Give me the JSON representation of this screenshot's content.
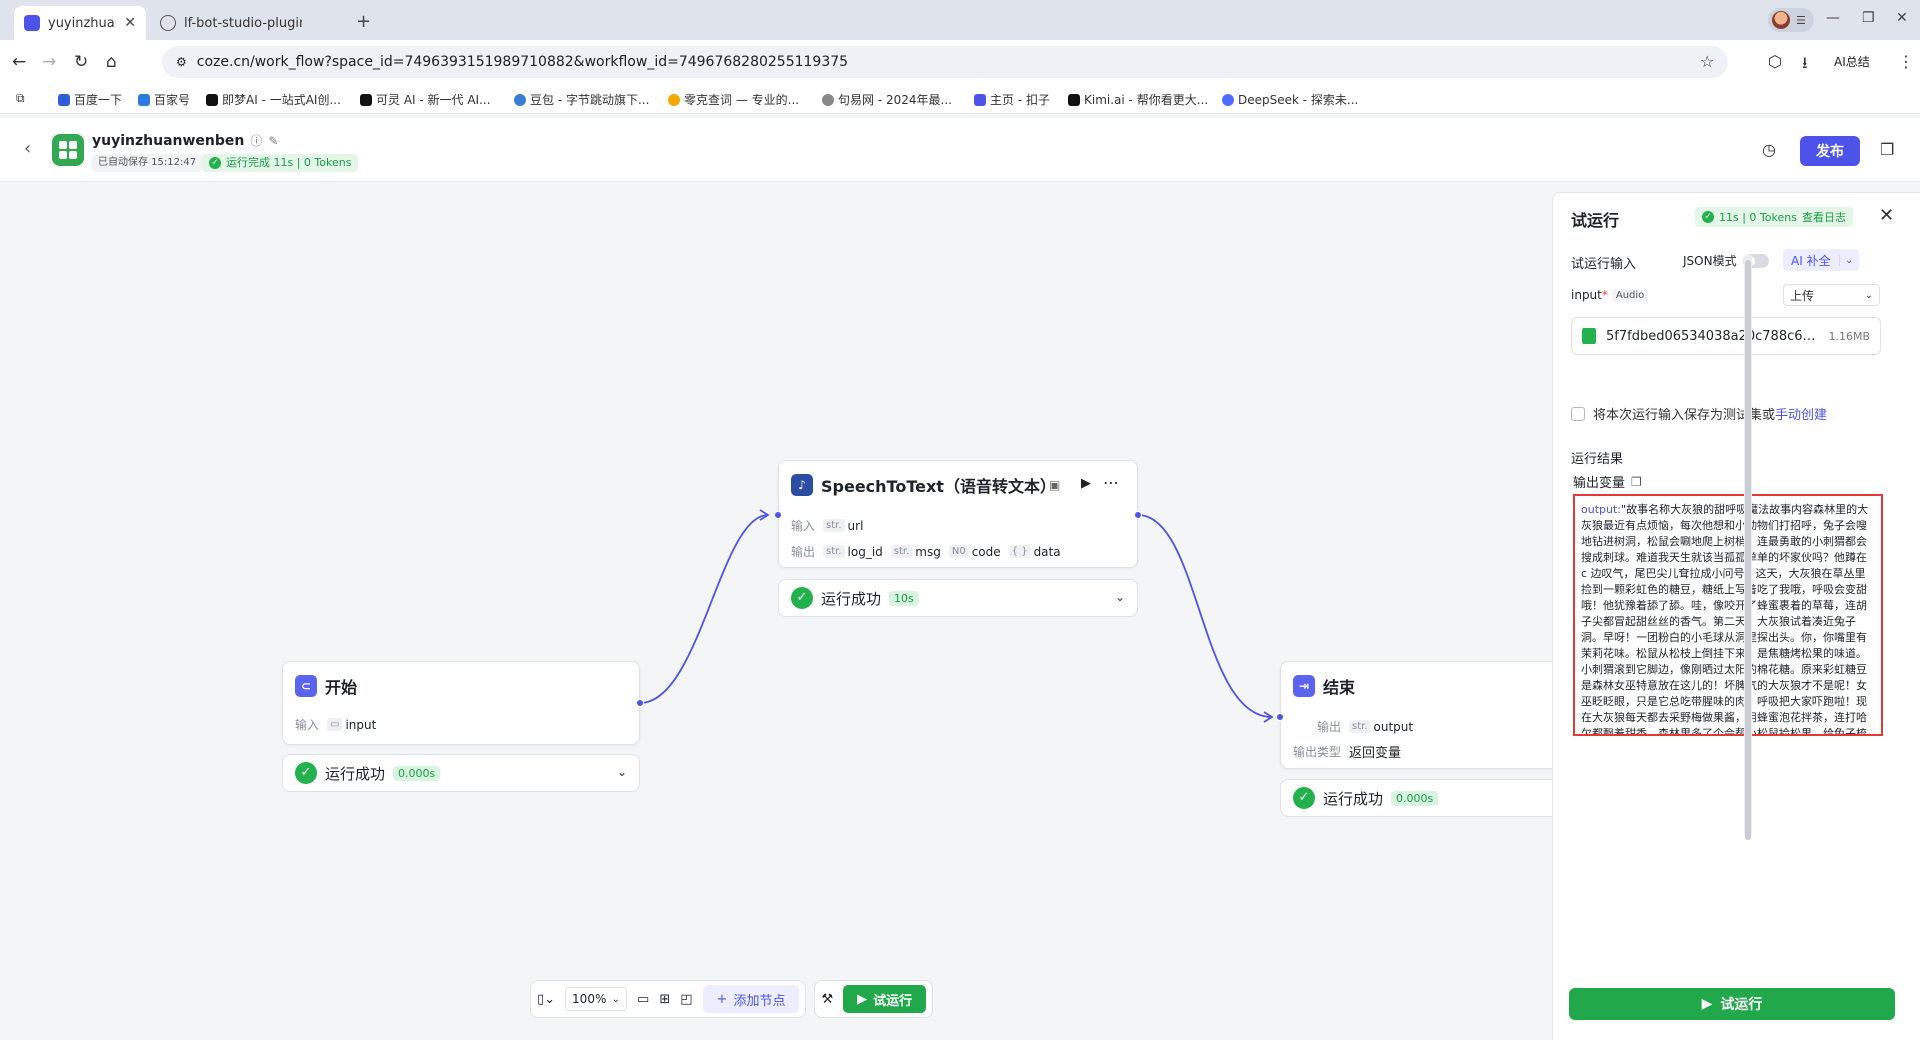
{
  "browser": {
    "tabs": [
      {
        "title": "yuyinzhuanwenben",
        "active": true
      },
      {
        "title": "lf-bot-studio-plugin-",
        "active": false
      }
    ],
    "url": "coze.cn/work_flow?space_id=7496393151989710882&workflow_id=7496768280255119375",
    "ai_summary_label": "AI总结",
    "bookmarks": [
      "百度一下",
      "百家号",
      "即梦AI - 一站式AI创...",
      "可灵 AI - 新一代 AI...",
      "豆包 - 字节跳动旗下...",
      "零克查词 — 专业的...",
      "句易网 - 2024年最...",
      "主页 - 扣子",
      "Kimi.ai - 帮你看更大...",
      "DeepSeek - 探索未..."
    ]
  },
  "header": {
    "app_name": "yuyinzhuanwenben",
    "autosave": "已自动保存 15:12:47",
    "run_status": "运行完成 11s | 0 Tokens",
    "publish_label": "发布"
  },
  "nodes": {
    "start": {
      "title": "开始",
      "input_label": "输入",
      "input_param": "input",
      "result": "运行成功",
      "duration": "0.000s"
    },
    "speech": {
      "title": "SpeechToText（语音转文本）",
      "input_label": "输入",
      "output_label": "输出",
      "inputs": [
        {
          "type": "str.",
          "name": "url"
        }
      ],
      "outputs": [
        {
          "type": "str.",
          "name": "log_id"
        },
        {
          "type": "str.",
          "name": "msg"
        },
        {
          "type": "N0",
          "name": "code"
        },
        {
          "type": "{ }",
          "name": "data"
        }
      ],
      "result": "运行成功",
      "duration": "10s"
    },
    "end": {
      "title": "结束",
      "output_label": "输出",
      "output_type": "str.",
      "output_param": "output",
      "output_kind_label": "输出类型",
      "output_kind_value": "返回变量",
      "result": "运行成功",
      "duration": "0.000s"
    }
  },
  "toolbar": {
    "zoom": "100%",
    "add_node": "添加节点",
    "trial_run": "试运行"
  },
  "panel": {
    "title": "试运行",
    "badge": "11s | 0 Tokens",
    "view_log": "查看日志",
    "input_section": "试运行输入",
    "json_mode": "JSON模式",
    "ai_fill": "AI 补全",
    "input_name": "input",
    "input_required": "*",
    "input_type": "Audio",
    "upload_label": "上传",
    "file_name": "5f7fdbed06534038a20c788c606…",
    "file_size": "1.16MB",
    "save_text": "将本次运行输入保存为测试集或",
    "save_link": "手动创建",
    "result_section": "运行结果",
    "output_var": "输出变量",
    "output_key": "output",
    "output_text": "\"故事名称大灰狼的甜呼吸魔法故事内容森林里的大灰狼最近有点烦恼，每次他想和小动物们打招呼，兔子会嗖地钻进树洞，松鼠会唰地爬上树梢，连最勇敢的小刺猬都会搜成刺球。难道我天生就该当孤孤单单的坏家伙吗？他蹲在 c 边叹气，尾巴尖儿耷拉成小问号。这天，大灰狼在草丛里捡到一颗彩虹色的糖豆，糖纸上写着吃了我哦，呼吸会变甜哦！他犹豫着舔了舔。哇，像咬开了蜂蜜裹着的草莓，连胡子尖都冒起甜丝丝的香气。第二天，大灰狼试着凑近兔子洞。早呀！一团粉白的小毛球从洞里探出头。你，你嘴里有茉莉花味。松鼠从松枝上倒挂下来，是焦糖烤松果的味道。小刺猬滚到它脚边，像刚晒过太阳的棉花糖。原来彩虹糖豆是森林女巫特意放在这儿的！坏脾气的大灰狼才不是呢！女巫眨眨眼，只是它总吃带腥味的肉。呼吸把大家吓跑啦！现在大灰狼每天都去采野梅做果酱，用蜂蜜泡花拌茶，连打哈欠都飘着甜香。森林里多了个会帮小松鼠捡松果，给兔子梳耳朵上的甜呼吸先生，谁再说大灰狼可",
    "run_button": "试运行"
  }
}
